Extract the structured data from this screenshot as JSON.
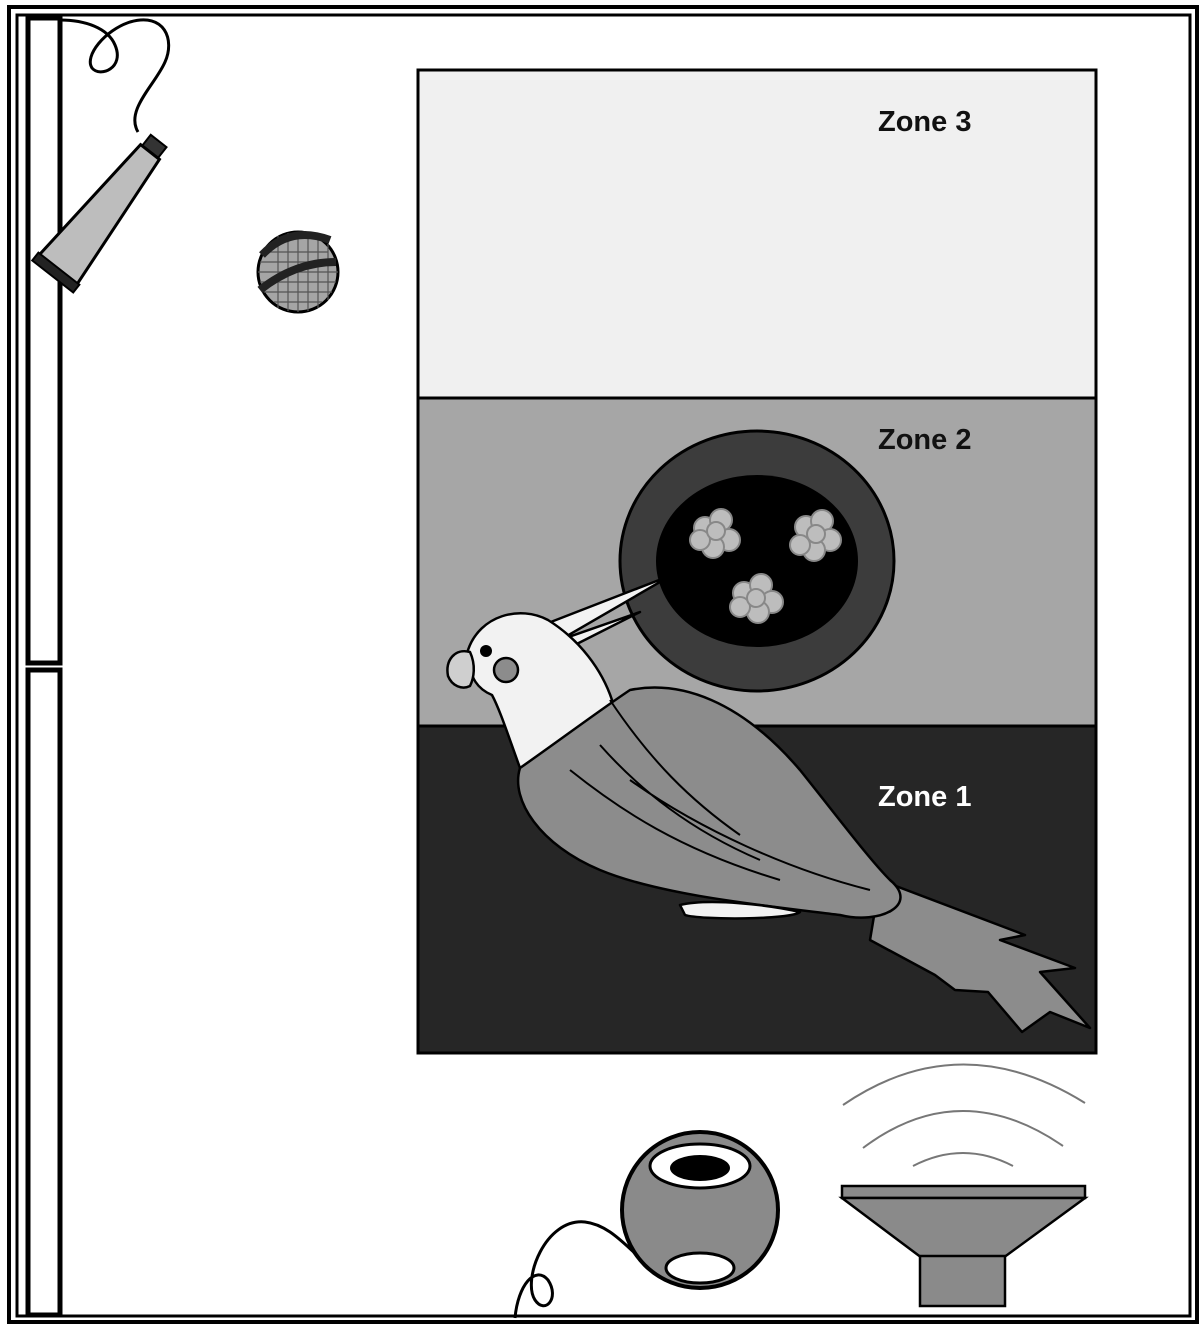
{
  "zones": [
    {
      "label": "Zone 3",
      "fill": "#f0f0f0",
      "text_color": "#111111"
    },
    {
      "label": "Zone 2",
      "fill": "#a6a6a6",
      "text_color": "#111111"
    },
    {
      "label": "Zone 1",
      "fill": "#262626",
      "text_color": "#ffffff"
    }
  ],
  "colors": {
    "outline": "#000000",
    "background": "#ffffff",
    "bird_body": "#8c8c8c",
    "bird_face": "#f2f2f2",
    "food_bowl_rim": "#3c3c3c",
    "food_bowl_inner": "#000000",
    "seed": "#bdbdbd",
    "speaker": "#8a8a8a",
    "microphone_handle": "#bdbdbd"
  },
  "icons": [
    "microphone-icon",
    "food-bowl-icon",
    "cockatiel-icon",
    "camera-icon",
    "loudspeaker-icon",
    "door-icon"
  ]
}
